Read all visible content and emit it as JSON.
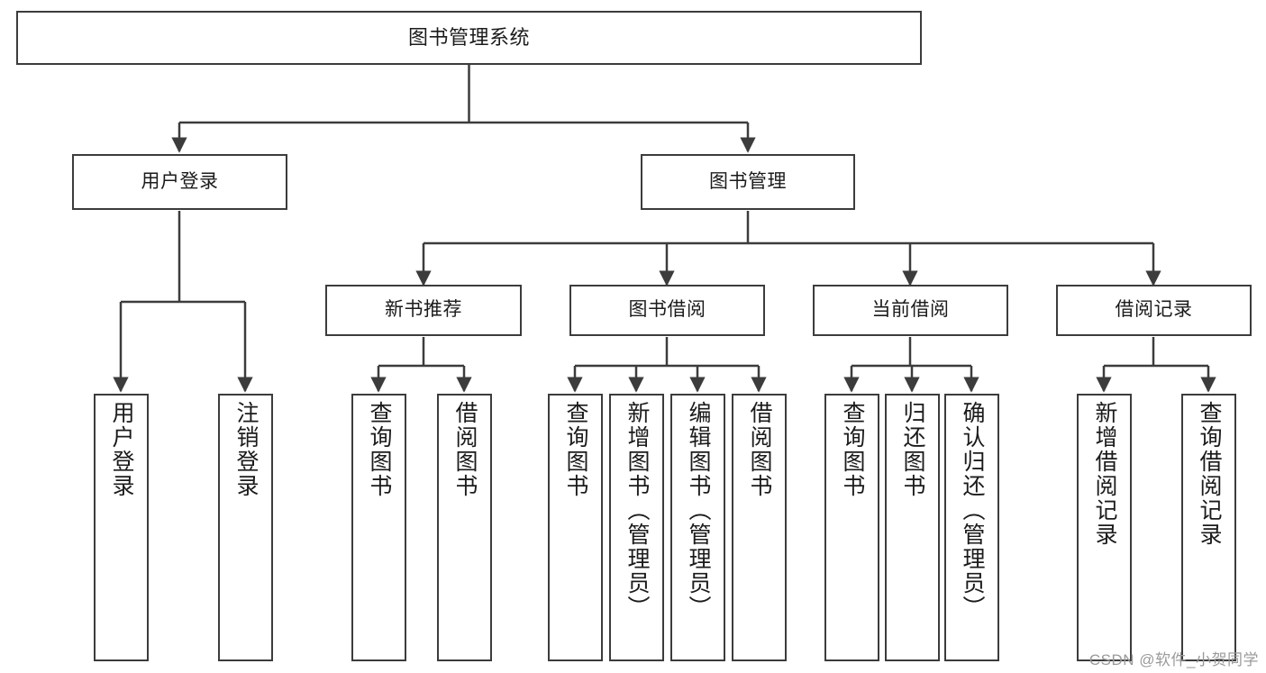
{
  "diagram": {
    "title": "图书管理系统",
    "type": "tree",
    "watermark": "CSDN @软件_小贺同学",
    "colors": {
      "background": "#ffffff",
      "node_fill": "#ffffff",
      "node_border": "#3c3c3c",
      "edge": "#3c3c3c",
      "text": "#1b1b1b",
      "watermark": "#9a9a9a"
    },
    "levels": {
      "root": {
        "label": "图书管理系统"
      },
      "level2": [
        {
          "label": "用户登录"
        },
        {
          "label": "图书管理"
        }
      ],
      "level3": [
        {
          "label": "新书推荐"
        },
        {
          "label": "图书借阅"
        },
        {
          "label": "当前借阅"
        },
        {
          "label": "借阅记录"
        }
      ],
      "leaves": [
        {
          "label": "用户登录",
          "parent": "用户登录"
        },
        {
          "label": "注销登录",
          "parent": "用户登录"
        },
        {
          "label": "查询图书",
          "parent": "新书推荐"
        },
        {
          "label": "借阅图书",
          "parent": "新书推荐"
        },
        {
          "label": "查询图书",
          "parent": "图书借阅"
        },
        {
          "label": "新增图书（管理员）",
          "parent": "图书借阅"
        },
        {
          "label": "编辑图书（管理员）",
          "parent": "图书借阅"
        },
        {
          "label": "借阅图书",
          "parent": "图书借阅"
        },
        {
          "label": "查询图书",
          "parent": "当前借阅"
        },
        {
          "label": "归还图书",
          "parent": "当前借阅"
        },
        {
          "label": "确认归还（管理员）",
          "parent": "当前借阅"
        },
        {
          "label": "新增借阅记录",
          "parent": "借阅记录"
        },
        {
          "label": "查询借阅记录",
          "parent": "借阅记录"
        }
      ]
    }
  }
}
